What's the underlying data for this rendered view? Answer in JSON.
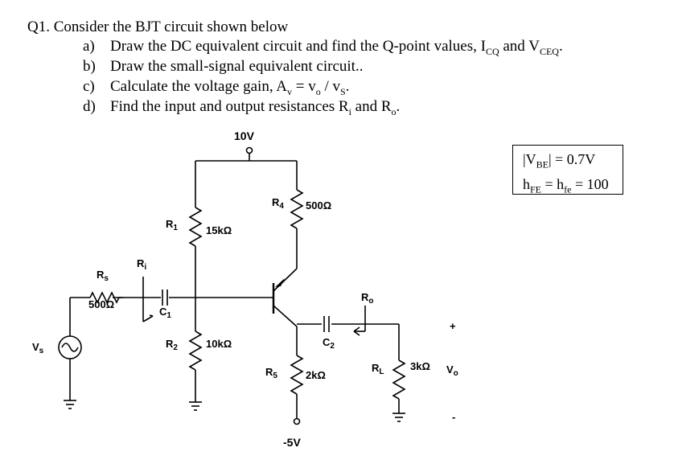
{
  "question": {
    "title": "Q1. Consider the BJT circuit shown below",
    "items": [
      {
        "label": "a)",
        "text": "Draw the DC equivalent circuit and find the Q-point values, I",
        "sub1": "CQ",
        "mid": " and V",
        "sub2": "CEQ",
        "end": "."
      },
      {
        "label": "b)",
        "text": "Draw the small-signal equivalent circuit.."
      },
      {
        "label": "c)",
        "text": "Calculate the voltage gain, A",
        "sub1": "v",
        "mid": " = v",
        "sub2": "o",
        "mid2": " / v",
        "sub3": "S",
        "end": "."
      },
      {
        "label": "d)",
        "text": "Find the input and output resistances R",
        "sub1": "i",
        "mid": " and R",
        "sub2": "o",
        "end": "."
      }
    ]
  },
  "given": {
    "line1_pre": "|V",
    "line1_sub": "BE",
    "line1_post": "| = 0.7V",
    "line2_pre": "h",
    "line2_sub": "FE",
    "line2_mid": " = h",
    "line2_sub2": "fe",
    "line2_post": " = 100"
  },
  "circuit": {
    "vcc": "10V",
    "vee": "-5V",
    "rs_label": "R",
    "rs_sub": "s",
    "rs_value": "500Ω",
    "ri_label": "R",
    "ri_sub": "i",
    "c1_label": "C",
    "c1_sub": "1",
    "r1_label": "R",
    "r1_sub": "1",
    "r1_value": "15kΩ",
    "r2_label": "R",
    "r2_sub": "2",
    "r2_value": "10kΩ",
    "r4_label": "R",
    "r4_sub": "4",
    "r4_value": "500Ω",
    "r5_label": "R",
    "r5_sub": "5",
    "r5_value": "2kΩ",
    "c2_label": "C",
    "c2_sub": "2",
    "ro_label": "R",
    "ro_sub": "o",
    "rl_label": "R",
    "rl_sub": "L",
    "rl_value": "3kΩ",
    "vs_label": "V",
    "vs_sub": "s",
    "vo_label": "V",
    "vo_sub": "o",
    "plus": "+",
    "minus": "-"
  }
}
